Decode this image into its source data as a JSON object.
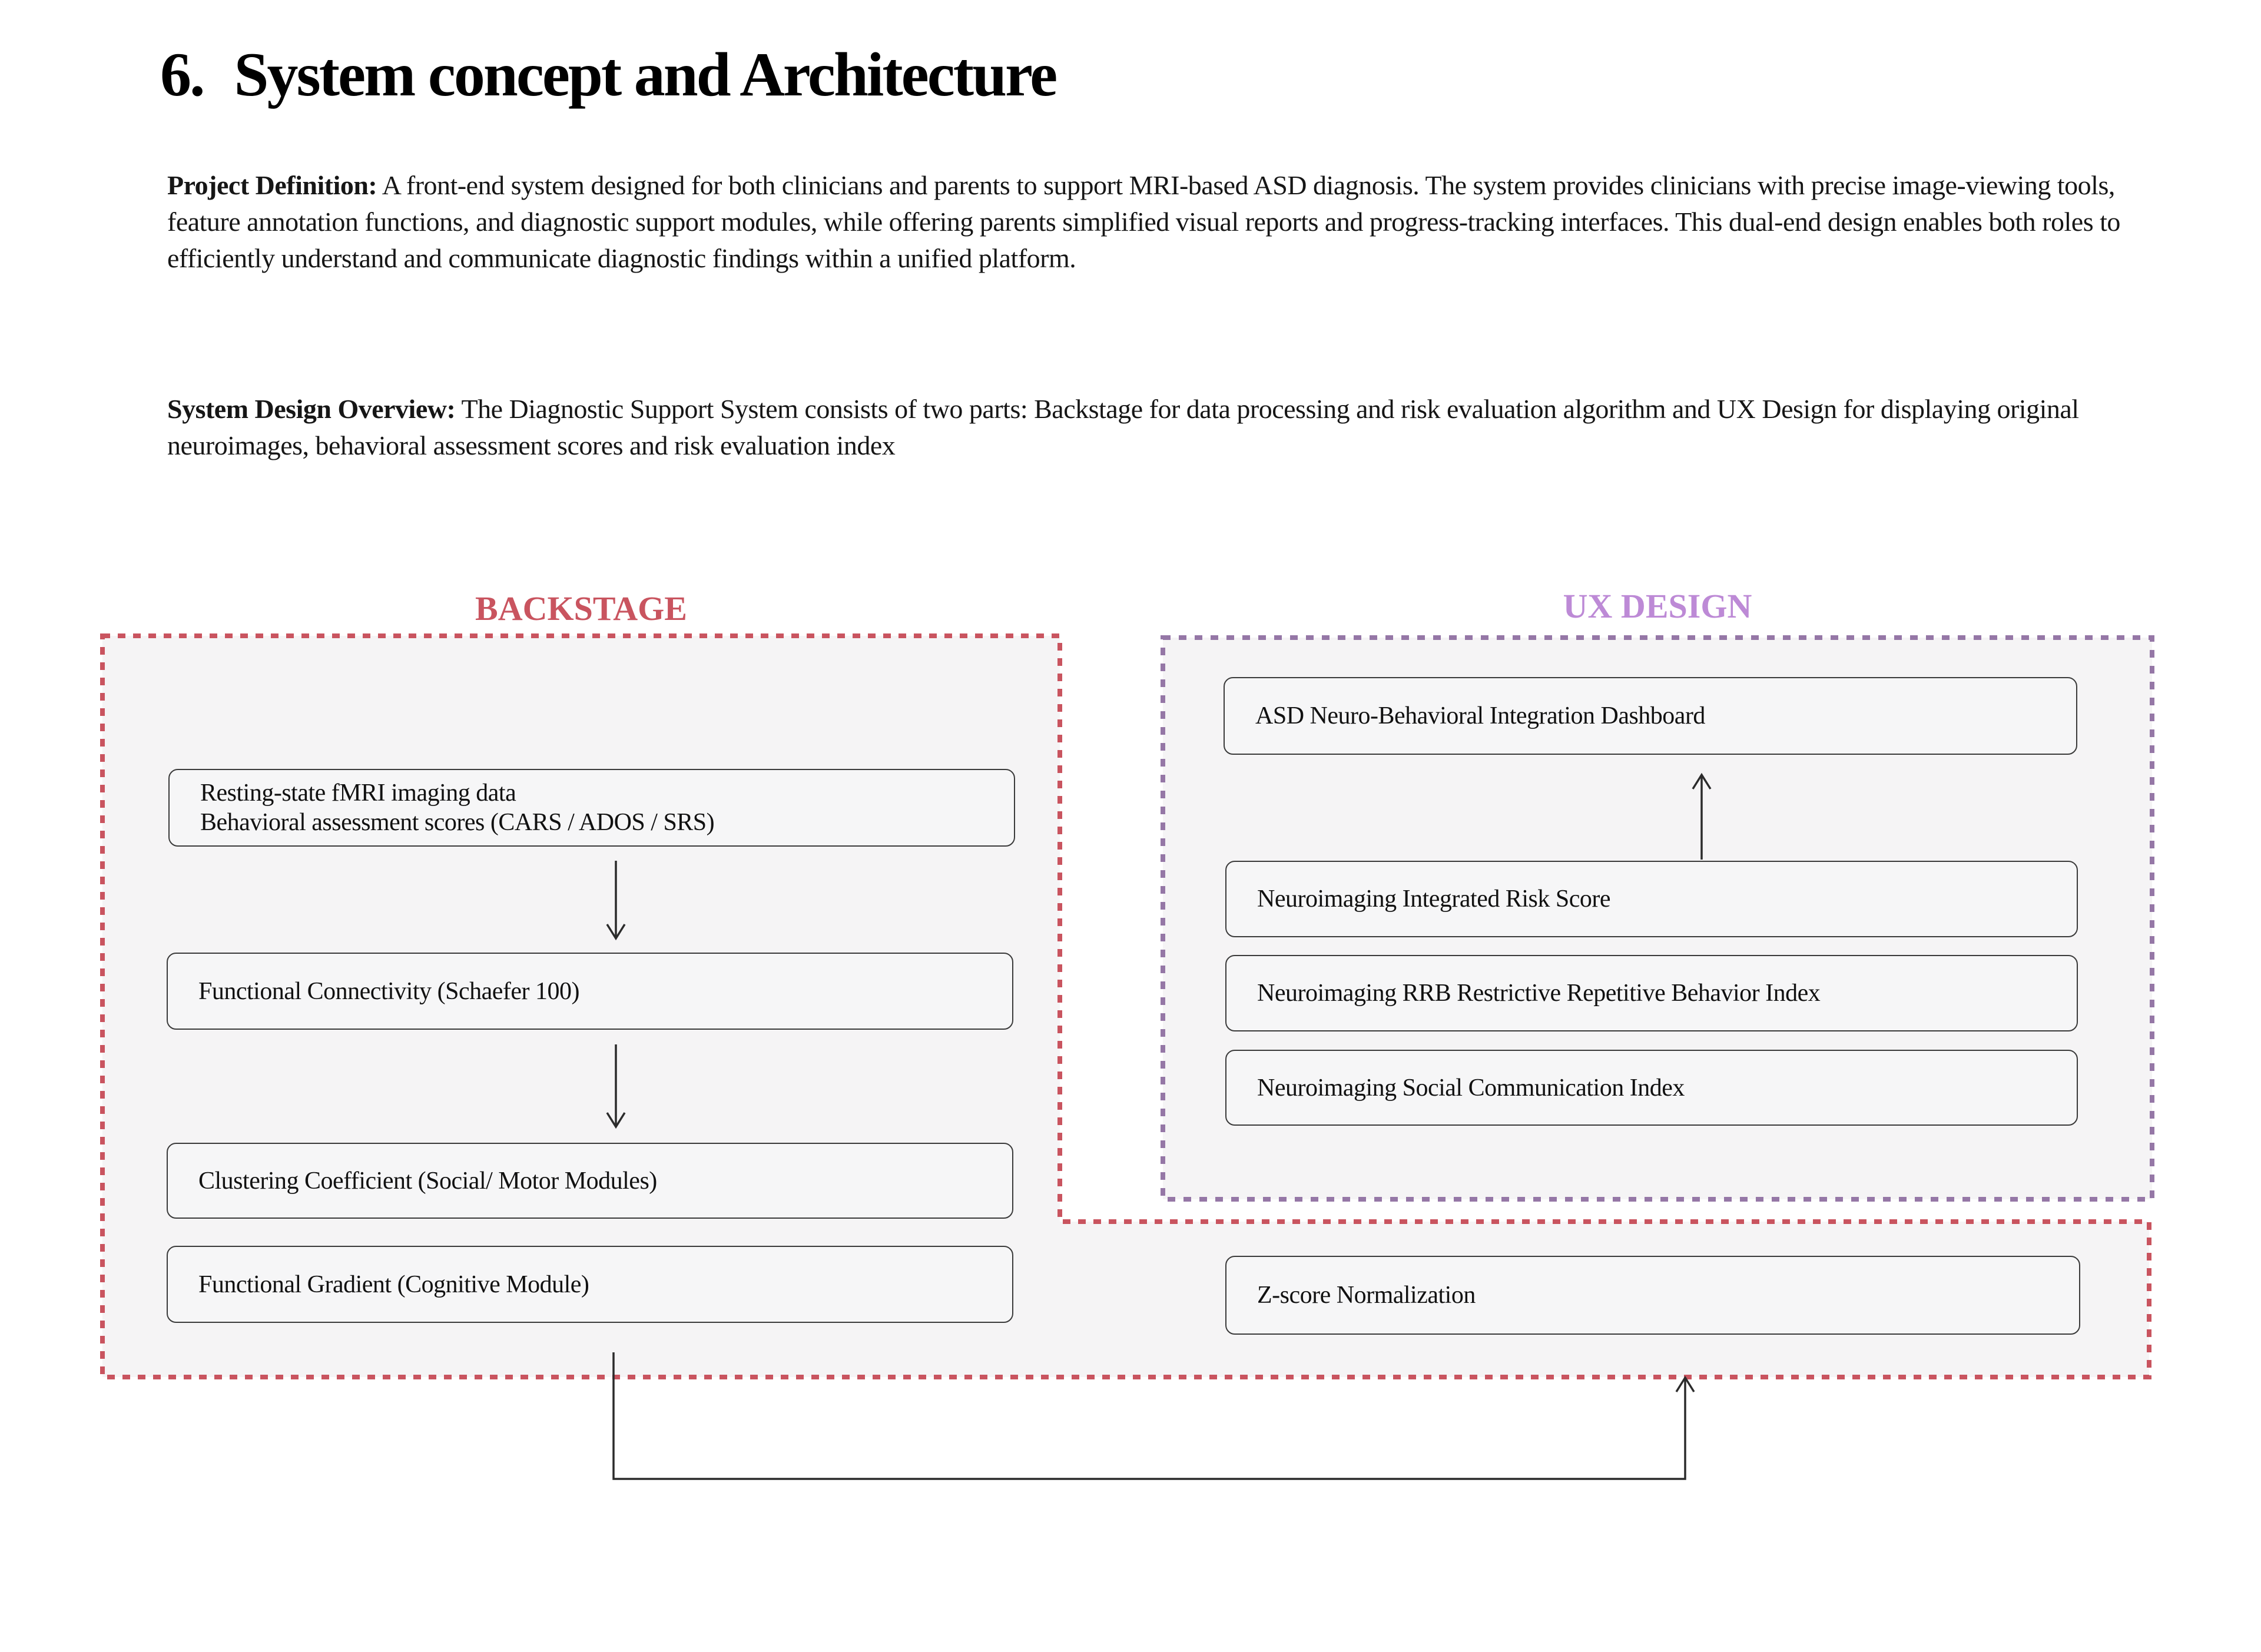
{
  "title": {
    "number": "6.",
    "text": "System concept and Architecture"
  },
  "paragraphs": [
    {
      "label": "Project Definition:",
      "text": "A front-end system designed for both clinicians and parents to support MRI-based ASD diagnosis. The system provides clinicians with precise image-viewing tools, feature annotation functions, and diagnostic support modules, while offering parents simplified visual reports and progress-tracking interfaces. This dual-end design enables both roles to efficiently understand and communicate diagnostic findings within a unified platform."
    },
    {
      "label": "System Design Overview:",
      "text": "The Diagnostic Support System consists of two parts: Backstage for data processing and risk evaluation algorithm and UX Design for displaying original neuroimages, behavioral assessment scores and risk evaluation index"
    }
  ],
  "diagram": {
    "backstage": {
      "label": "BACKSTAGE",
      "box1_line1": "Resting-state fMRI imaging data",
      "box1_line2": "Behavioral assessment scores (CARS / ADOS / SRS)",
      "box2": "Functional Connectivity (Schaefer 100)",
      "box3": "Clustering Coefficient (Social/ Motor Modules)",
      "box4": "Functional Gradient (Cognitive Module)"
    },
    "ux_design": {
      "label": "UX DESIGN",
      "box1": "ASD Neuro-Behavioral Integration Dashboard",
      "box2": "Neuroimaging Integrated Risk Score",
      "box3": "Neuroimaging RRB Restrictive Repetitive Behavior Index",
      "box4": "Neuroimaging Social Communication Index"
    },
    "zscore_box": "Z-score Normalization"
  },
  "colors": {
    "backstage_accent": "#c9545f",
    "ux_label_accent": "#bd8ad6",
    "ux_border": "#9577a6",
    "panel_fill": "#f5f4f5",
    "box_border": "#3a3a3a",
    "text": "#161616"
  }
}
